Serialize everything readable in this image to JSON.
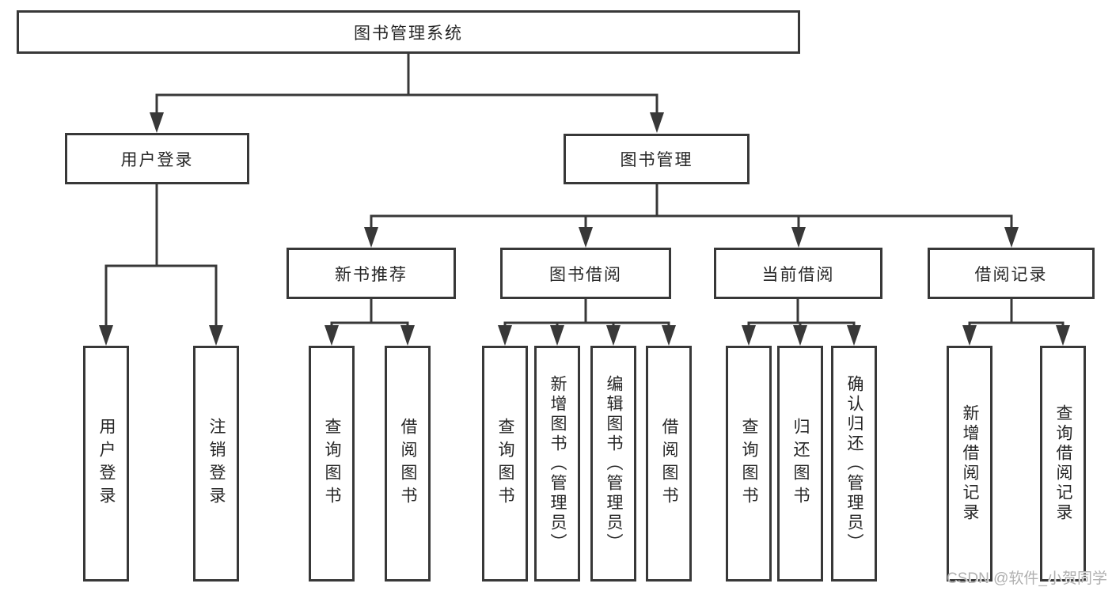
{
  "colors": {
    "line": "#383838",
    "box_border": "#383838",
    "text": "#262626",
    "watermark": "#b0b0b0"
  },
  "nodes": {
    "root": "图书管理系统",
    "user_login": "用户登录",
    "book_mgmt": "图书管理",
    "new_book": "新书推荐",
    "book_borrow": "图书借阅",
    "current_borrow": "当前借阅",
    "borrow_records": "借阅记录",
    "leaves": {
      "user": [
        "用户登录",
        "注销登录"
      ],
      "newbook": [
        "查询图书",
        "借阅图书"
      ],
      "borrow": [
        "查询图书",
        "新增图书（管理员）",
        "编辑图书（管理员）",
        "借阅图书"
      ],
      "current": [
        "查询图书",
        "归还图书",
        "确认归还（管理员）"
      ],
      "records": [
        "新增借阅记录",
        "查询借阅记录"
      ]
    }
  },
  "watermark": "CSDN @软件_小贺同学"
}
